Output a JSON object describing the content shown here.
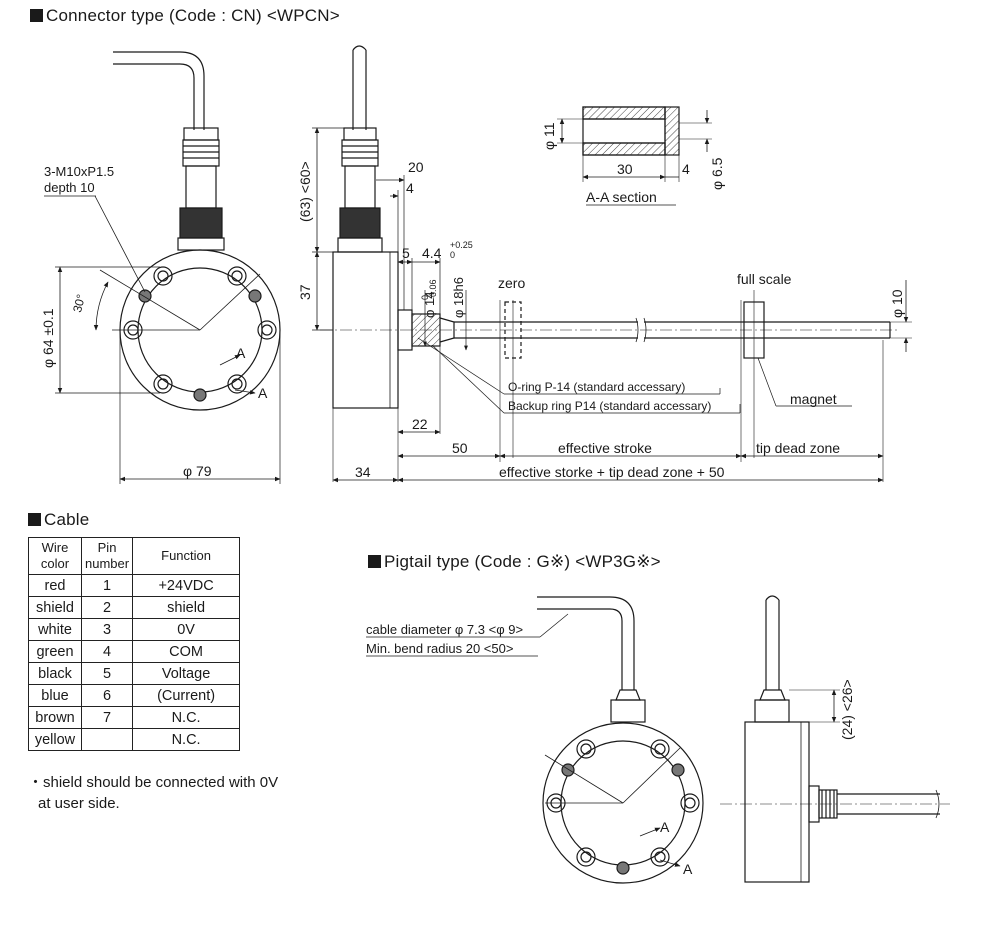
{
  "sections": {
    "connector_title": "Connector type (Code : CN) <WPCN>",
    "cable_title": "Cable",
    "pigtail_title": "Pigtail type (Code : G※) <WP3G※>"
  },
  "connector": {
    "screw_label_1": "3-M10xP1.5",
    "screw_label_2": "depth 10",
    "angle": "30°",
    "dia_64": "φ 64 ±0.1",
    "dia_79": "φ 79",
    "section_A1": "A",
    "section_A2": "A",
    "dim_63_60": "(63) <60>",
    "dim_20": "20",
    "dim_4": "4",
    "dim_5": "5",
    "dim_4_4": "4.4",
    "tol_4_4_upper": "+0.25",
    "tol_4_4_lower": "0",
    "dim_37": "37",
    "dia_14": "φ 14",
    "tol_14_upper": "0",
    "tol_14_lower": "-0.06",
    "dia_18h6": "φ 18h6",
    "dia_10": "φ 10",
    "zero": "zero",
    "full_scale": "full scale",
    "magnet": "magnet",
    "oring": "O-ring P-14 (standard accessary)",
    "backup": "Backup ring P14 (standard accessary)",
    "dim_22": "22",
    "dim_50": "50",
    "effective_stroke": "effective stroke",
    "tip_dead_zone": "tip dead zone",
    "dim_34": "34",
    "total": "effective storke + tip dead zone + 50"
  },
  "aa_section": {
    "dia_11": "φ 11",
    "dim_30": "30",
    "dim_4": "4",
    "dia_6_5": "φ 6.5",
    "label": "A-A section"
  },
  "cable_table": {
    "headers": [
      "Wire color",
      "Pin number",
      "Function"
    ],
    "rows": [
      [
        "red",
        "1",
        "+24VDC"
      ],
      [
        "shield",
        "2",
        "shield"
      ],
      [
        "white",
        "3",
        "0V"
      ],
      [
        "green",
        "4",
        "COM"
      ],
      [
        "black",
        "5",
        "Voltage"
      ],
      [
        "blue",
        "6",
        "(Current)"
      ],
      [
        "brown",
        "7",
        "N.C."
      ],
      [
        "yellow",
        "",
        "N.C."
      ]
    ],
    "note_line1": "・shield should be connected with 0V",
    "note_line2": "at user side."
  },
  "pigtail": {
    "cable_diameter": "cable diameter φ 7.3 <φ 9>",
    "bend_radius": "Min. bend radius 20 <50>",
    "dim_24_26": "(24) <26>",
    "section_A1": "A",
    "section_A2": "A"
  }
}
